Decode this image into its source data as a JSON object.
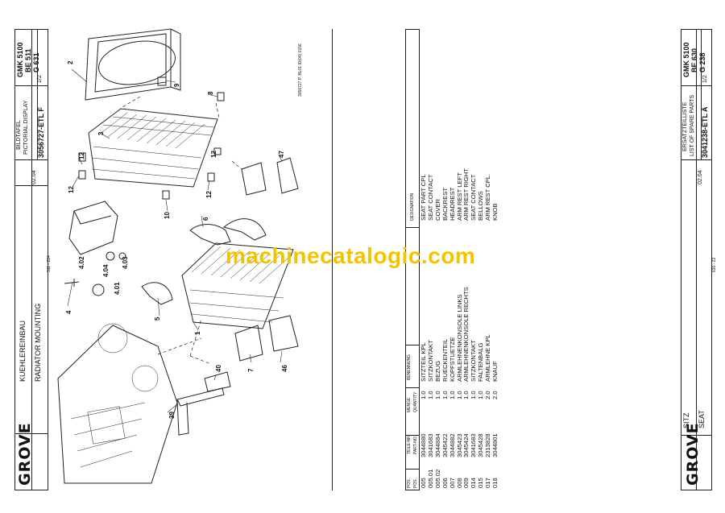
{
  "left_page": {
    "logo": "GROVE",
    "title_de": "KUEHLEREINBAU",
    "title_en": "RADIATOR MOUNTING",
    "center_code": "511 - 224",
    "date": "02.04",
    "label_de": "BILDTAFEL",
    "label_en": "PICTORIAL DISPLAY",
    "doc_no": "3056727-ETL F",
    "page": "1/2",
    "model": "GMK 5100",
    "be": "BE 511",
    "group": "G 631",
    "drawing_ref": "3056727 P. BL01 ID(04) 0156",
    "callouts": [
      "2",
      "9",
      "8",
      "3",
      "12",
      "12",
      "47",
      "12",
      "12",
      "10",
      "6",
      "4.02",
      "4.03",
      "4.04",
      "4.01",
      "4",
      "5",
      "1",
      "7",
      "46",
      "40",
      "39"
    ]
  },
  "right_page": {
    "logo": "GROVE",
    "title_de": "SITZ",
    "title_en": "SEAT",
    "center_code": "630 - 22",
    "date": "02.04",
    "label_de": "ERSATZTEILLISTE",
    "label_en": "LIST OF SPARE PARTS",
    "doc_no": "3041238-ETL A",
    "page": "1/2",
    "model": "GMK 5100",
    "be": "BE 630",
    "group": "G 238",
    "headers": {
      "pos_de": "POS.",
      "pos_en": "POS.",
      "part_de": "TEILE-NR.",
      "part_en": "PART-NO.",
      "qty_de": "MENGE",
      "qty_en": "QUANTITY",
      "name_de": "BENENNUNG",
      "desig": "DESIGNATION"
    },
    "rows": [
      {
        "pos": "005",
        "part": "3044880",
        "qty": "1.0",
        "de": "SITZTEIL  KPL",
        "en": "SEAT PART CPL"
      },
      {
        "pos": "005.01",
        "part": "3041683",
        "qty": "1.0",
        "de": "SITZKONTAKT",
        "en": "SEAT CONTACT"
      },
      {
        "pos": "005.02",
        "part": "3044884",
        "qty": "1.0",
        "de": "BEZUG",
        "en": "COVER"
      },
      {
        "pos": "006",
        "part": "3045422",
        "qty": "1.0",
        "de": "RUECKENTEIL",
        "en": "BACKREST"
      },
      {
        "pos": "007",
        "part": "3044882",
        "qty": "1.0",
        "de": "KOPFSTUETZE",
        "en": "HEADREST"
      },
      {
        "pos": "008",
        "part": "3045423",
        "qty": "1.0",
        "de": "ARMLEHNENKONSOLE LINKS",
        "en": "ARM REST  LEFT"
      },
      {
        "pos": "009",
        "part": "3045424",
        "qty": "1.0",
        "de": "ARMLEHNENKONSOLE RECHTS",
        "en": "ARM REST  RIGHT"
      },
      {
        "pos": "014",
        "part": "3041683",
        "qty": "1.0",
        "de": "SITZKONTAKT",
        "en": "SEAT CONTACT"
      },
      {
        "pos": "015",
        "part": "3045428",
        "qty": "1.0",
        "de": "FALTENBALG",
        "en": "BELLOWS"
      },
      {
        "pos": "017",
        "part": "2313828",
        "qty": "2.0",
        "de": "ARMLEHNE KPL",
        "en": "ARM REST  CPL."
      },
      {
        "pos": "018",
        "part": "3044801",
        "qty": "2.0",
        "de": "KNAUF",
        "en": "KNOB"
      }
    ]
  },
  "watermark": "machinecatalogic.com"
}
